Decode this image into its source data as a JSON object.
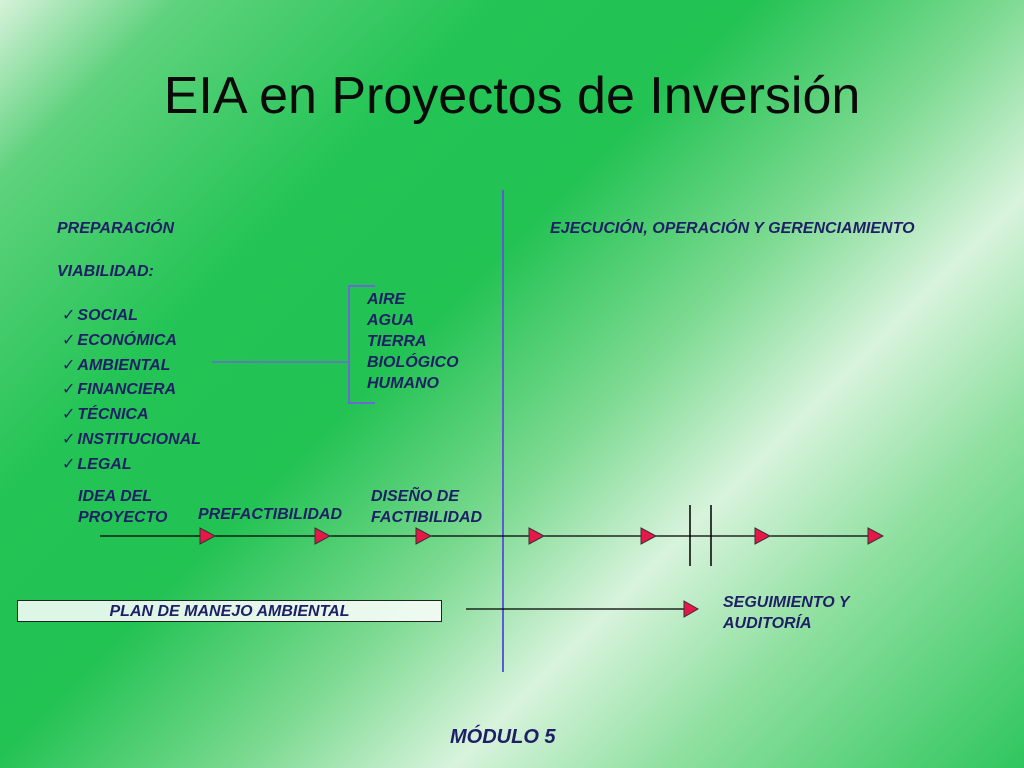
{
  "title": "EIA en Proyectos de Inversión",
  "headings": {
    "preparacion": "PREPARACIÓN",
    "viabilidad": "VIABILIDAD:",
    "ejecucion": "EJECUCIÓN, OPERACIÓN Y GERENCIAMIENTO"
  },
  "check_glyph": "✓",
  "viability_items": [
    "SOCIAL",
    "ECONÓMICA",
    "AMBIENTAL",
    "FINANCIERA",
    "TÉCNICA",
    "INSTITUCIONAL",
    "LEGAL"
  ],
  "environment_items": [
    "AIRE",
    "AGUA",
    "TIERRA",
    "BIOLÓGICO",
    "HUMANO"
  ],
  "stages": {
    "idea": [
      "IDEA  DEL",
      "PROYECTO"
    ],
    "prefactibilidad": "PREFACTIBILIDAD",
    "diseno": [
      "DISEÑO DE",
      "FACTIBILIDAD"
    ]
  },
  "plan": "PLAN DE MANEJO  AMBIENTAL",
  "seguimiento": [
    "SEGUIMIENTO  Y",
    "AUDITORÍA"
  ],
  "module": "MÓDULO 5",
  "colors": {
    "text": "#1f1f66",
    "arrowhead": "#e8174a",
    "line": "#000000",
    "divider": "#5b5bd6",
    "bracket": "#6a6ad0"
  }
}
